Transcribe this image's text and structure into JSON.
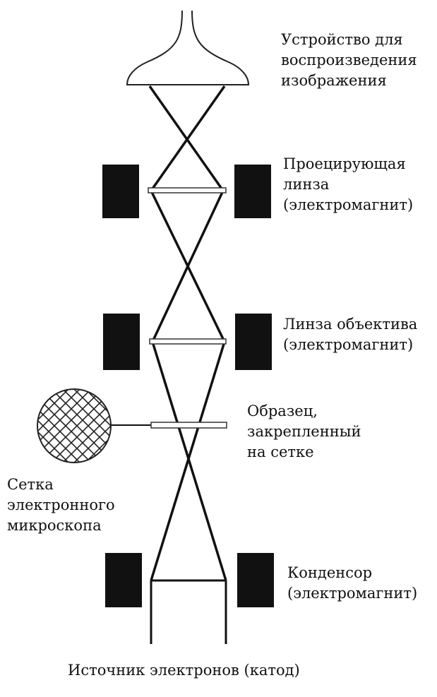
{
  "labels": {
    "display_device": [
      "Устройство для",
      "воспроизведения",
      "изображения"
    ],
    "projector_lens": [
      "Проецирующая",
      "линза",
      "(электромагнит)"
    ],
    "objective_lens": [
      "Линза объектива",
      "(электромагнит)"
    ],
    "specimen": [
      "Образец,",
      "закрепленный",
      "на сетке"
    ],
    "grid": [
      "Сетка",
      "электронного",
      "микроскопа"
    ],
    "condenser": [
      "Конденсор",
      "(электромагнит)"
    ],
    "electron_source": "Источник электронов (катод)"
  },
  "colors": {
    "ink": "#111111",
    "magnet": "#111111",
    "background": "#ffffff"
  }
}
